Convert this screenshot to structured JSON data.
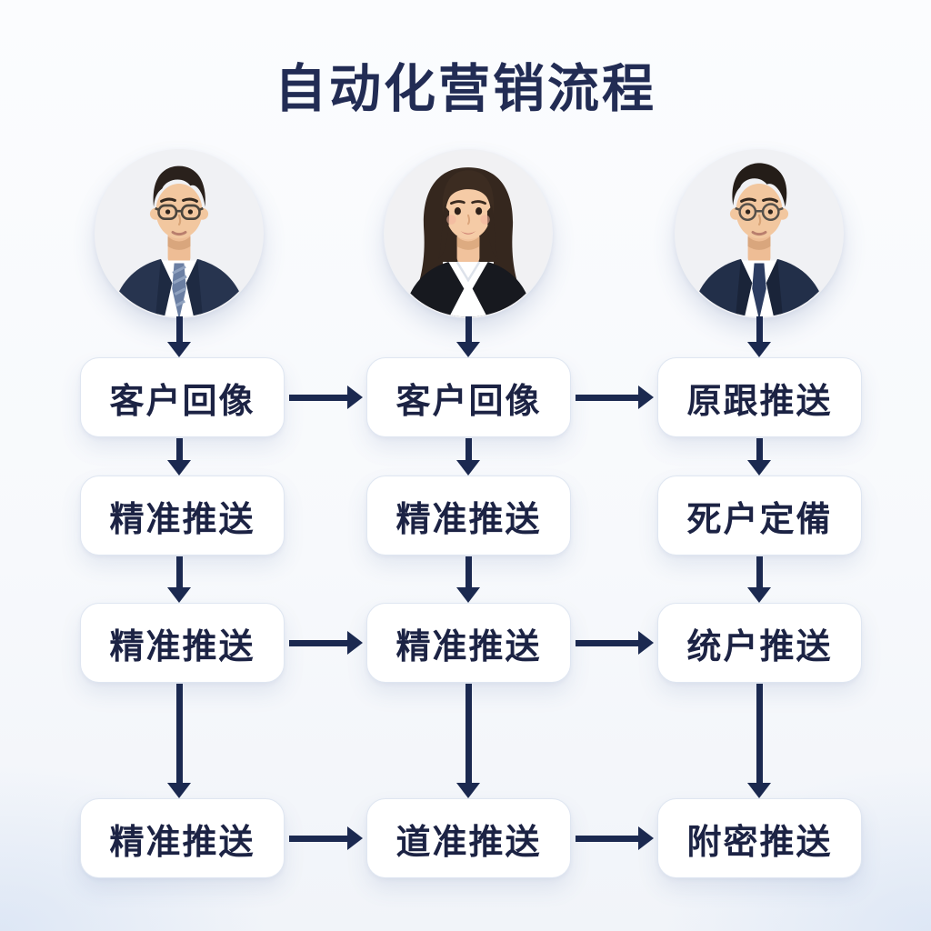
{
  "title": "自动化营销流程",
  "colors": {
    "accent_navy": "#1b2950",
    "title_navy": "#222c54",
    "box_background": "#ffffff",
    "box_border": "#dfe6f1",
    "page_background": "#f7f9fc",
    "avatar_background": "#f0f1f4"
  },
  "columns": [
    {
      "avatar": "male-employee-glasses-striped-tie-photo",
      "boxes": [
        "客户回像",
        "精准推送",
        "精准推送",
        "精准推送"
      ]
    },
    {
      "avatar": "female-employee-long-hair-black-blazer-photo",
      "boxes": [
        "客户回像",
        "精准推送",
        "精准推送",
        "道准推送"
      ]
    },
    {
      "avatar": "male-employee-glasses-navy-tie-photo",
      "boxes": [
        "原跟推送",
        "死户定備",
        "统户推送",
        "附密推送"
      ]
    }
  ]
}
